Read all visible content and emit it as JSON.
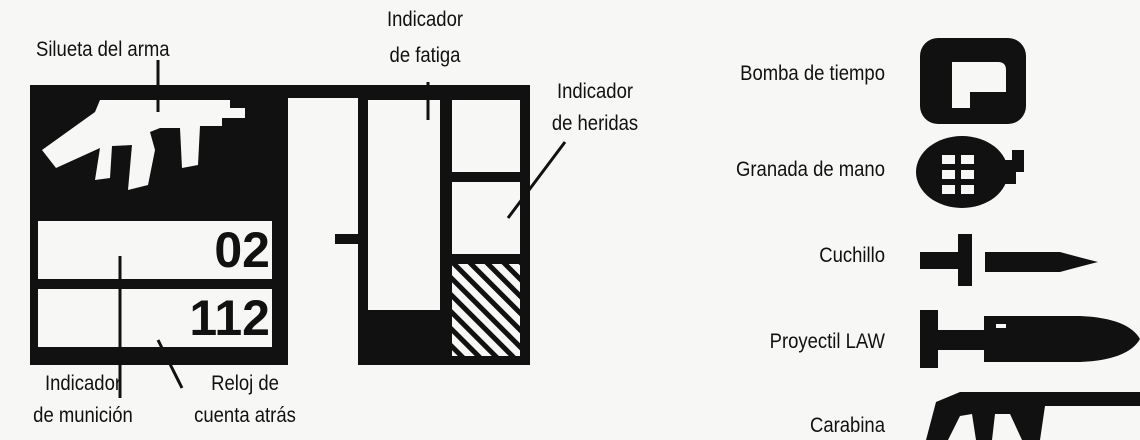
{
  "diagram": {
    "labels": {
      "weapon_silhouette": "Silueta  del arma",
      "fatigue_indicator_line1": "Indicador",
      "fatigue_indicator_line2": "de fatiga",
      "wounds_indicator_line1": "Indicador",
      "wounds_indicator_line2": "de heridas",
      "ammo_indicator_line1": "Indicador",
      "ammo_indicator_line2": "de munición",
      "countdown_line1": "Reloj de",
      "countdown_line2": "cuenta atrás"
    },
    "hud_values": {
      "ammo_count": "02",
      "countdown": "112"
    }
  },
  "legend": {
    "items": [
      {
        "label": "Bomba de tiempo",
        "icon": "time-bomb-icon"
      },
      {
        "label": "Granada de mano",
        "icon": "hand-grenade-icon"
      },
      {
        "label": "Cuchillo",
        "icon": "knife-icon"
      },
      {
        "label": "Proyectil LAW",
        "icon": "law-rocket-icon"
      },
      {
        "label": "Carabina",
        "icon": "carbine-icon"
      }
    ]
  },
  "colors": {
    "ink": "#111111",
    "paper": "#f7f7f5"
  }
}
